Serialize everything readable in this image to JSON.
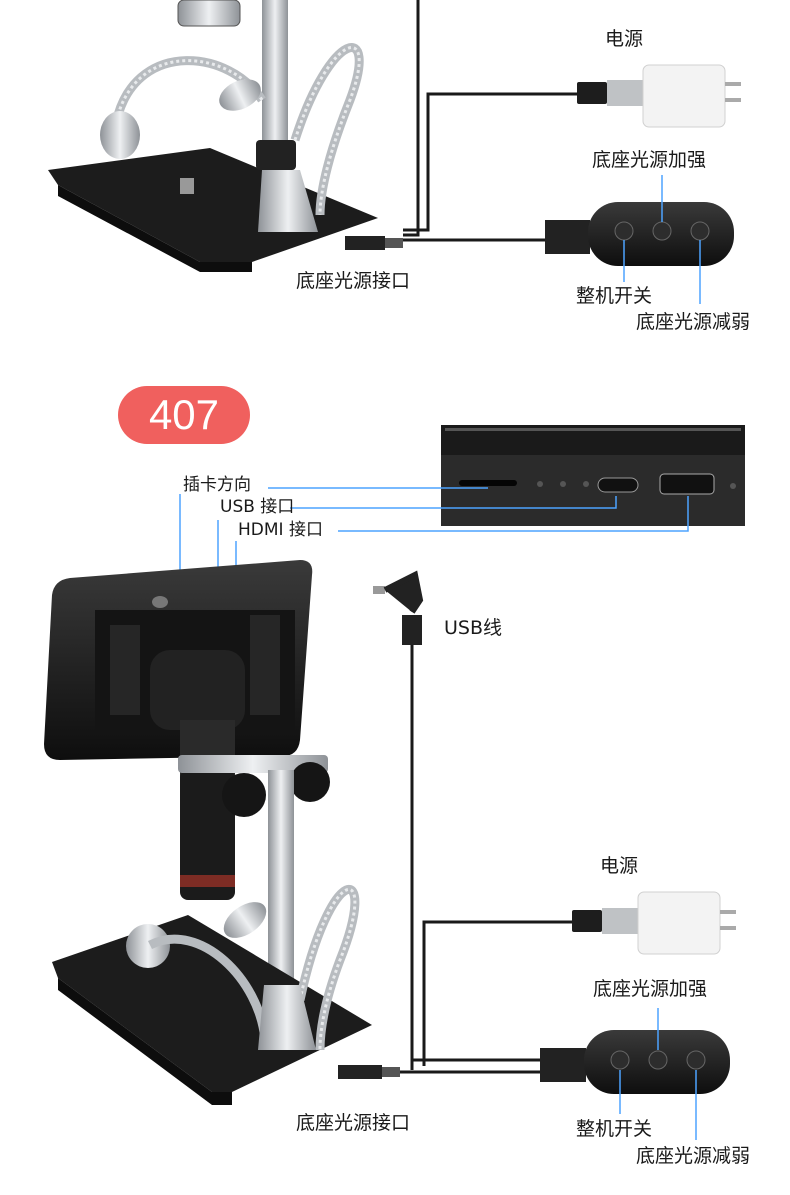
{
  "top": {
    "power_label": "电源",
    "base_light_boost": "底座光源加强",
    "base_light_port": "底座光源接口",
    "main_switch": "整机开关",
    "base_light_dim": "底座光源减弱"
  },
  "model_badge": "407",
  "bottom": {
    "card_direction": "插卡方向",
    "usb_port": "USB 接口",
    "hdmi_port": "HDMI 接口",
    "usb_cable": "USB线",
    "power_label": "电源",
    "base_light_boost": "底座光源加强",
    "base_light_port": "底座光源接口",
    "main_switch": "整机开关",
    "base_light_dim": "底座光源减弱"
  },
  "colors": {
    "badge": "#f0605e",
    "device": "#1d1d1d",
    "metal": "#c9ccd0"
  }
}
